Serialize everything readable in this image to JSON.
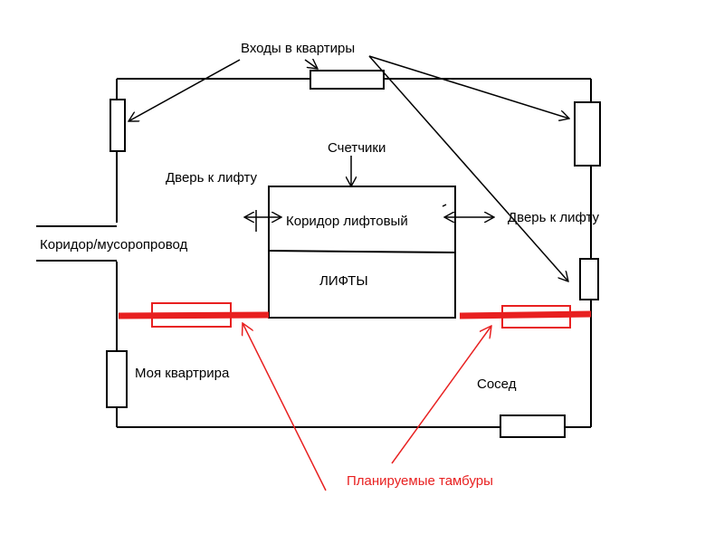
{
  "labels": {
    "entrances": "Входы в квартиры",
    "meters": "Счетчики",
    "door_left": "Дверь к лифту",
    "door_right": "Дверь к лифту",
    "elevator_corridor": "Коридор лифтовый",
    "elevators": "ЛИФТЫ",
    "corridor_chute": "Коридор/мусоропровод",
    "my_apartment": "Моя квартрира",
    "neighbor": "Сосед",
    "planned_vestibules": "Планируемые тамбуры"
  },
  "colors": {
    "ink": "#000000",
    "highlight": "#e82020",
    "background": "#ffffff"
  }
}
